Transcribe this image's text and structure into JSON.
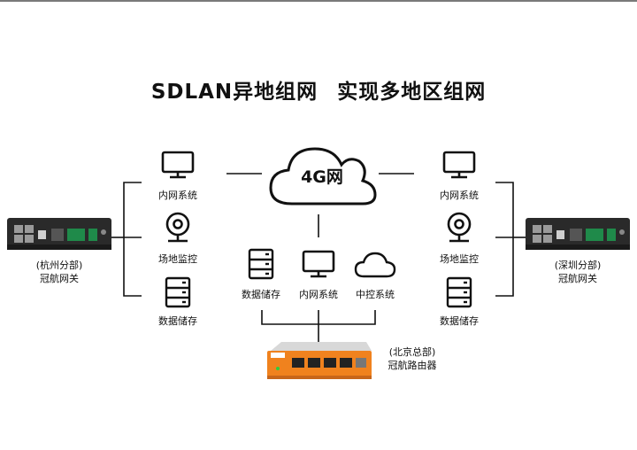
{
  "title": {
    "part1": "SDLAN异地组网",
    "part2": "实现多地区组网"
  },
  "cloud": {
    "label": "4G网"
  },
  "left_branch": {
    "location": "(杭州分部)",
    "device": "冠航网关",
    "items": [
      {
        "label": "内网系统",
        "icon": "monitor-icon"
      },
      {
        "label": "场地监控",
        "icon": "camera-icon"
      },
      {
        "label": "数据储存",
        "icon": "server-icon"
      }
    ]
  },
  "right_branch": {
    "location": "(深圳分部)",
    "device": "冠航网关",
    "items": [
      {
        "label": "内网系统",
        "icon": "monitor-icon"
      },
      {
        "label": "场地监控",
        "icon": "camera-icon"
      },
      {
        "label": "数据储存",
        "icon": "server-icon"
      }
    ]
  },
  "center": {
    "items": [
      {
        "label": "数据储存",
        "icon": "server-icon"
      },
      {
        "label": "内网系统",
        "icon": "monitor-icon"
      },
      {
        "label": "中控系统",
        "icon": "cloud-icon"
      }
    ],
    "location": "(北京总部)",
    "device": "冠航路由器"
  },
  "colors": {
    "router_orange": "#f0821e",
    "line": "#111111",
    "gateway_body": "#2a2a2a"
  }
}
